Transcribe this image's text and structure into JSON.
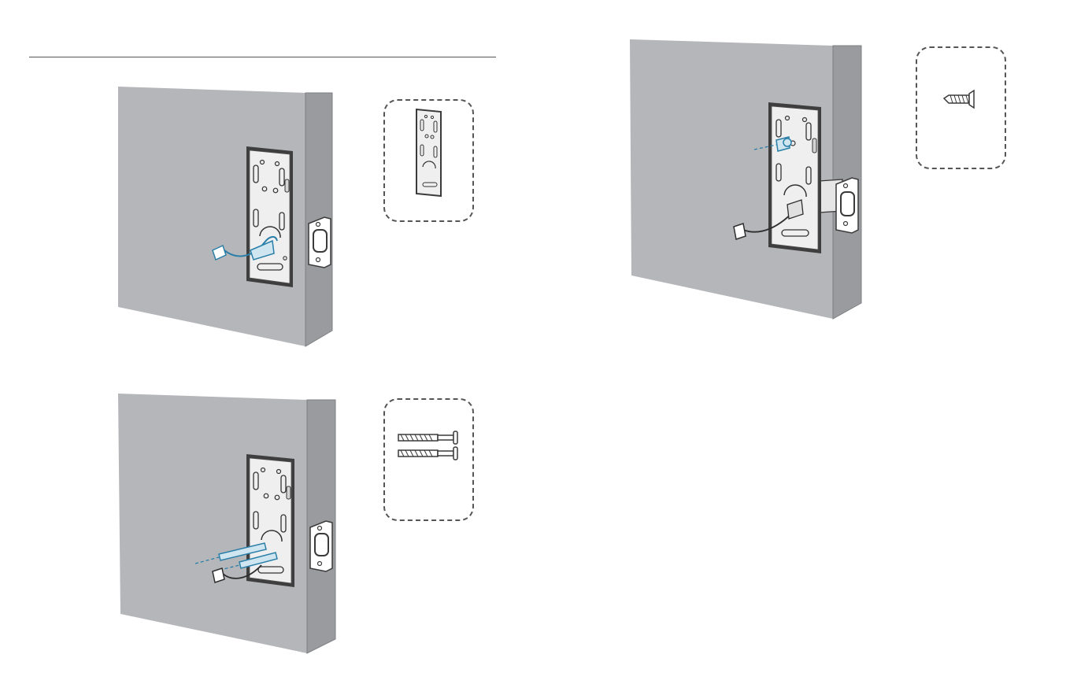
{
  "palette": {
    "door_face": "#b5b6b9",
    "door_edge": "#9a9b9e",
    "outline": "#3a3a3a",
    "plate_fill": "#ebebeb",
    "plate_dark": "#4a4a4a",
    "cable": "#2a7fa8",
    "cable_dark": "#2e2e2e",
    "callout_border": "#555555",
    "rule": "#555555"
  },
  "steps": [
    {
      "id": "step-mount-plate",
      "parts": [
        {
          "icon": "mounting-plate-icon"
        }
      ]
    },
    {
      "id": "step-insert-bolts",
      "parts": [
        {
          "icon": "long-bolt-icon"
        },
        {
          "icon": "long-bolt-icon"
        }
      ]
    },
    {
      "id": "step-fix-screw",
      "parts": [
        {
          "icon": "wood-screw-icon"
        }
      ]
    }
  ]
}
